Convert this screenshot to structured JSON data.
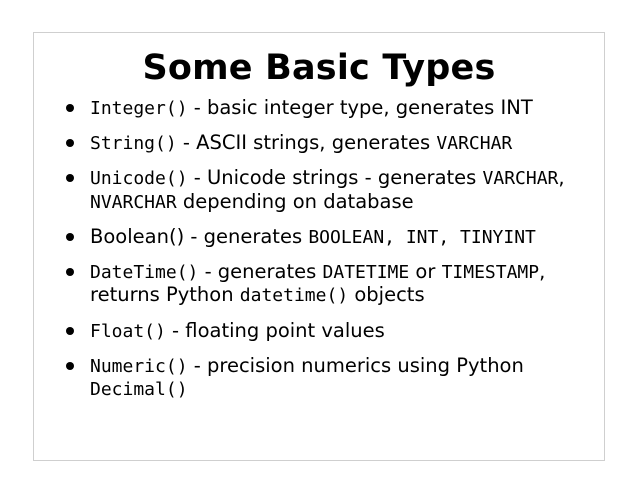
{
  "slide": {
    "title": "Some Basic Types",
    "bullets": [
      {
        "parts": [
          {
            "text": "Integer()",
            "style": "mono"
          },
          {
            "text": " - basic integer type, generates ",
            "style": "normal"
          },
          {
            "text": "INT",
            "style": "normal"
          }
        ]
      },
      {
        "parts": [
          {
            "text": "String()",
            "style": "mono"
          },
          {
            "text": " - ASCII strings, generates ",
            "style": "normal"
          },
          {
            "text": "VARCHAR",
            "style": "mono"
          }
        ]
      },
      {
        "parts": [
          {
            "text": "Unicode()",
            "style": "mono"
          },
          {
            "text": " - Unicode strings - generates ",
            "style": "normal"
          },
          {
            "text": "VARCHAR",
            "style": "mono"
          },
          {
            "text": ", ",
            "style": "normal"
          },
          {
            "text": "NVARCHAR",
            "style": "mono"
          },
          {
            "text": " depending on database",
            "style": "normal"
          }
        ]
      },
      {
        "parts": [
          {
            "text": "Boolean() - generates ",
            "style": "normal"
          },
          {
            "text": "BOOLEAN, INT, TINYINT",
            "style": "mono"
          }
        ]
      },
      {
        "parts": [
          {
            "text": "DateTime()",
            "style": "mono"
          },
          {
            "text": " - generates ",
            "style": "normal"
          },
          {
            "text": "DATETIME",
            "style": "mono"
          },
          {
            "text": " or ",
            "style": "normal"
          },
          {
            "text": "TIMESTAMP",
            "style": "mono"
          },
          {
            "text": ", returns Python ",
            "style": "normal"
          },
          {
            "text": "datetime()",
            "style": "mono"
          },
          {
            "text": " objects",
            "style": "normal"
          }
        ]
      },
      {
        "parts": [
          {
            "text": "Float()",
            "style": "mono"
          },
          {
            "text": " - floating point values",
            "style": "normal"
          }
        ]
      },
      {
        "parts": [
          {
            "text": "Numeric()",
            "style": "mono"
          },
          {
            "text": " - precision numerics using Python ",
            "style": "normal"
          },
          {
            "text": "Decimal()",
            "style": "mono"
          }
        ]
      }
    ]
  }
}
